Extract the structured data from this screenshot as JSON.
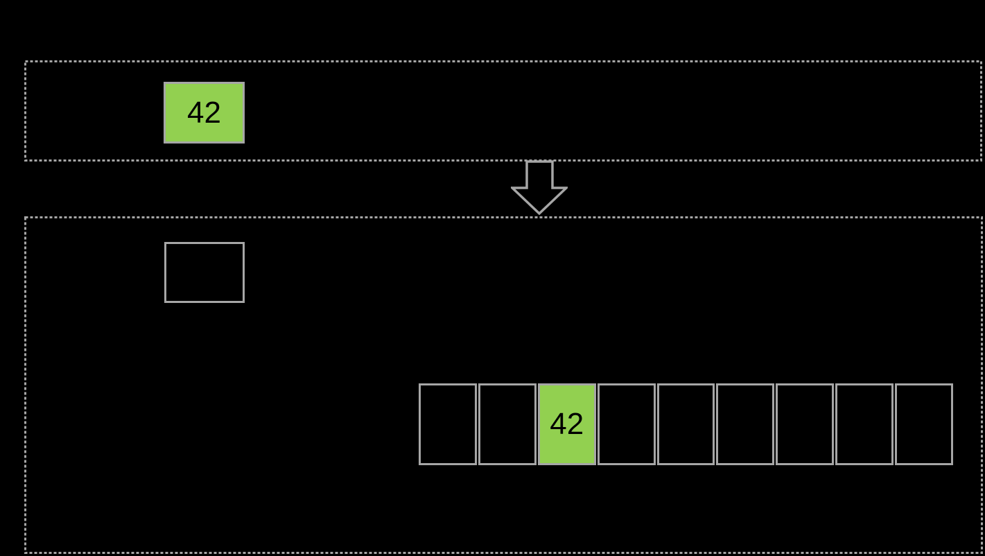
{
  "colors": {
    "background": "#000000",
    "highlight_green": "#92D050",
    "outline_gray": "#A6A6A6",
    "text": "#000000"
  },
  "top_panel": {
    "value_box": {
      "value": "42"
    }
  },
  "flow_arrow": {
    "direction": "down"
  },
  "bottom_panel": {
    "reference_box": {
      "value": ""
    },
    "array": {
      "cell_count": 9,
      "cells": [
        {
          "value": "",
          "highlighted": false
        },
        {
          "value": "",
          "highlighted": false
        },
        {
          "value": "42",
          "highlighted": true
        },
        {
          "value": "",
          "highlighted": false
        },
        {
          "value": "",
          "highlighted": false
        },
        {
          "value": "",
          "highlighted": false
        },
        {
          "value": "",
          "highlighted": false
        },
        {
          "value": "",
          "highlighted": false
        },
        {
          "value": "",
          "highlighted": false
        }
      ]
    }
  }
}
